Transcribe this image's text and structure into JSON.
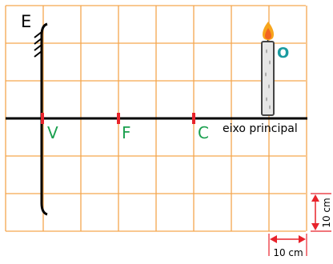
{
  "diagram": {
    "mirror_label": "E",
    "object_label": "O",
    "points": [
      {
        "key": "V",
        "label": "V"
      },
      {
        "key": "F",
        "label": "F"
      },
      {
        "key": "C",
        "label": "C"
      }
    ],
    "axis_label": "eixo principal",
    "scale_vertical_label": "10 cm",
    "scale_horizontal_label": "10 cm"
  },
  "colors": {
    "grid": "#F5A64E",
    "axis": "#000000",
    "tick": "#E8232B",
    "point_label": "#1BA04F",
    "object_label": "#1A9BA0",
    "scale": "#E8232B",
    "candle_fill": "#E6E6E6",
    "flame_outer": "#F7A51C",
    "flame_inner": "#F26522"
  },
  "grid": {
    "columns": 8,
    "rows": 6,
    "cell_cm": 10
  }
}
